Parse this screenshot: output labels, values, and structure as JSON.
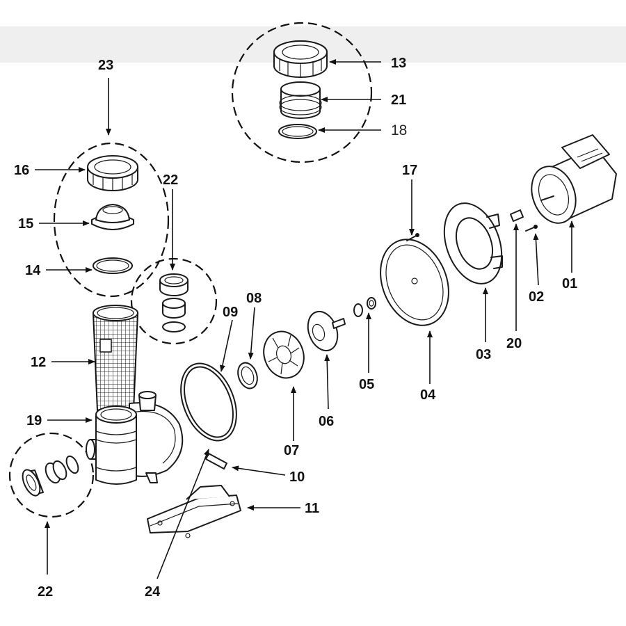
{
  "diagram": {
    "labels": {
      "p01": "01",
      "p02": "02",
      "p03": "03",
      "p04": "04",
      "p05": "05",
      "p06": "06",
      "p07": "07",
      "p08": "08",
      "p09": "09",
      "p10": "10",
      "p11": "11",
      "p12": "12",
      "p13": "13",
      "p14": "14",
      "p15": "15",
      "p16": "16",
      "p17": "17",
      "p18": "18",
      "p19": "19",
      "p20": "20",
      "p21": "21",
      "p22a": "22",
      "p22b": "22",
      "p23": "23",
      "p24": "24"
    }
  }
}
